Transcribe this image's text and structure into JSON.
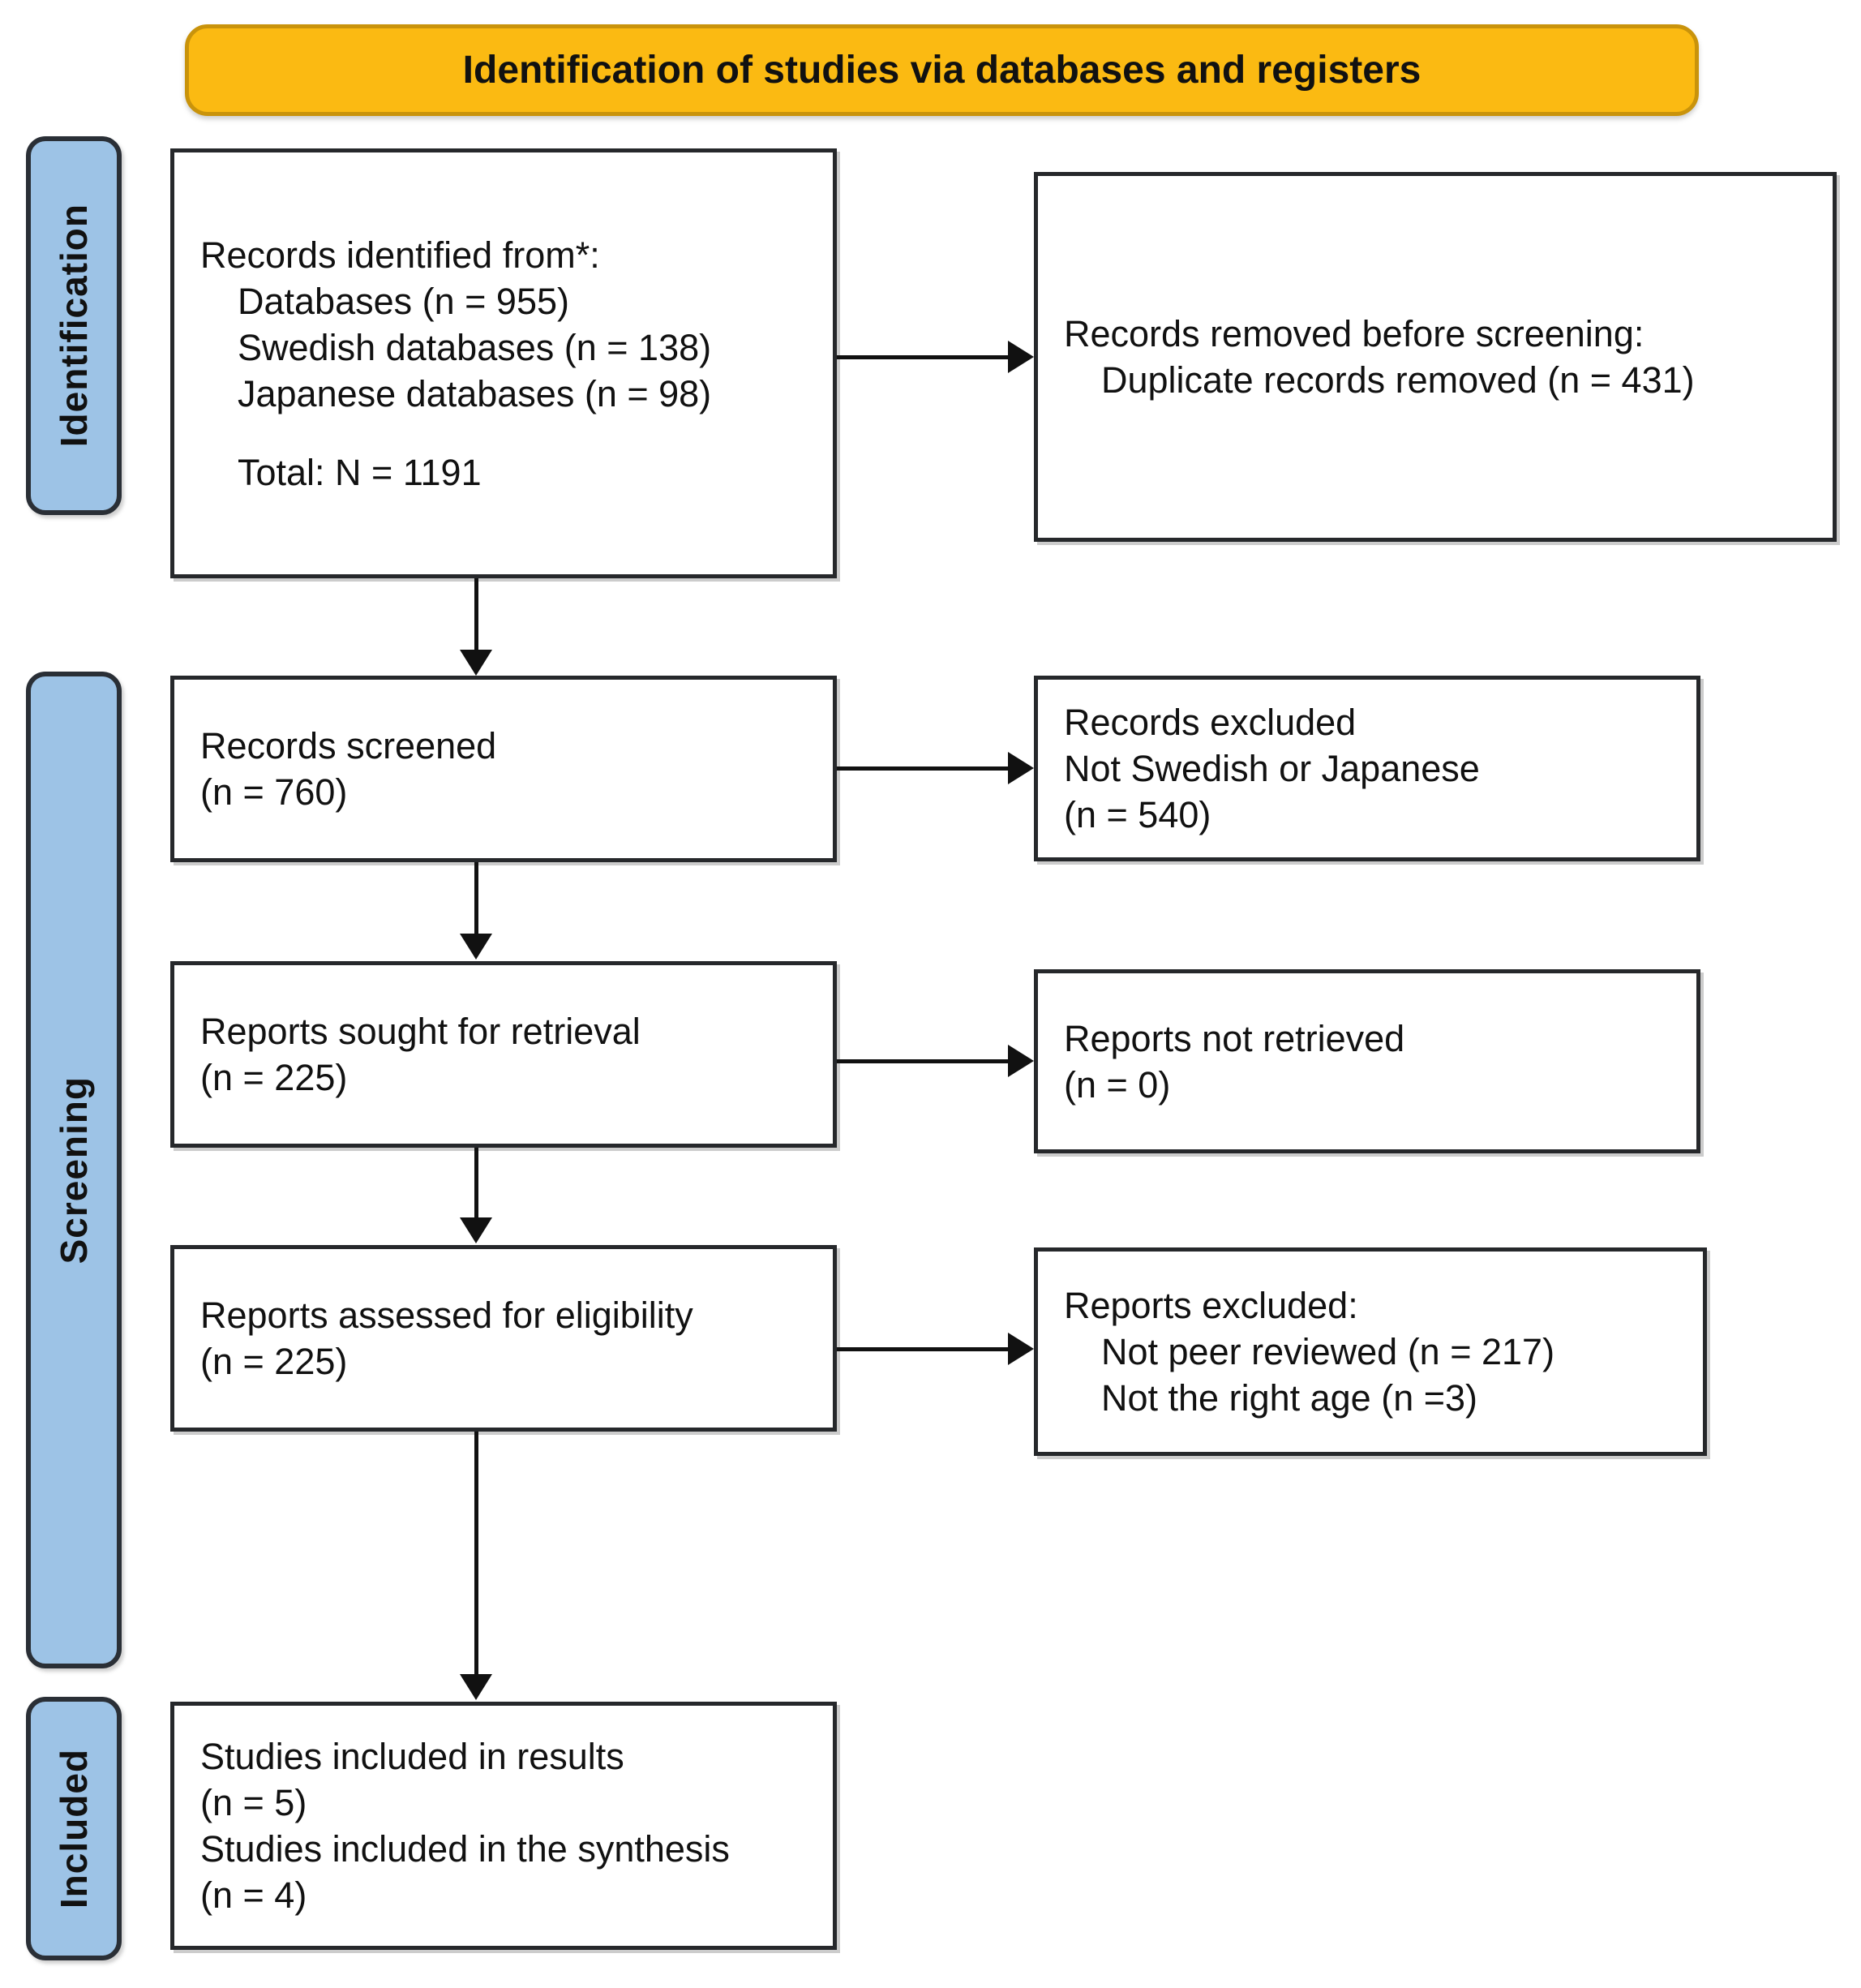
{
  "banner": {
    "title": "Identification of studies via databases and registers"
  },
  "stages": [
    {
      "label": "Identification"
    },
    {
      "label": "Screening"
    },
    {
      "label": "Included"
    }
  ],
  "boxes": {
    "records_identified": {
      "lines": [
        "Records identified from*:",
        "Databases (n = 955)",
        "Swedish databases (n = 138)",
        "Japanese databases (n = 98)",
        "",
        "Total: N = 1191"
      ]
    },
    "records_removed": {
      "lines": [
        "Records removed before screening:",
        "Duplicate records removed (n = 431)"
      ]
    },
    "records_screened": {
      "lines": [
        "Records screened",
        "(n = 760)"
      ]
    },
    "records_excluded": {
      "lines": [
        "Records excluded",
        "Not Swedish or Japanese",
        "(n = 540)"
      ]
    },
    "reports_sought": {
      "lines": [
        "Reports sought for retrieval",
        "(n = 225)"
      ]
    },
    "reports_not_retrieved": {
      "lines": [
        "Reports not retrieved",
        "(n = 0)"
      ]
    },
    "reports_assessed": {
      "lines": [
        "Reports assessed for eligibility",
        "(n = 225)"
      ]
    },
    "reports_excluded": {
      "lines": [
        "Reports excluded:",
        "Not peer reviewed (n = 217)",
        "Not the right age (n =3)"
      ]
    },
    "studies_included": {
      "lines": [
        "Studies included in results",
        "(n = 5)",
        "Studies included in the synthesis",
        "(n = 4)"
      ]
    }
  },
  "colors": {
    "banner_bg": "#FBBA12",
    "banner_border": "#C9930B",
    "stage_bg": "#9DC3E6",
    "stage_border": "#2A2F36",
    "box_border": "#26282B",
    "text": "#111111"
  }
}
